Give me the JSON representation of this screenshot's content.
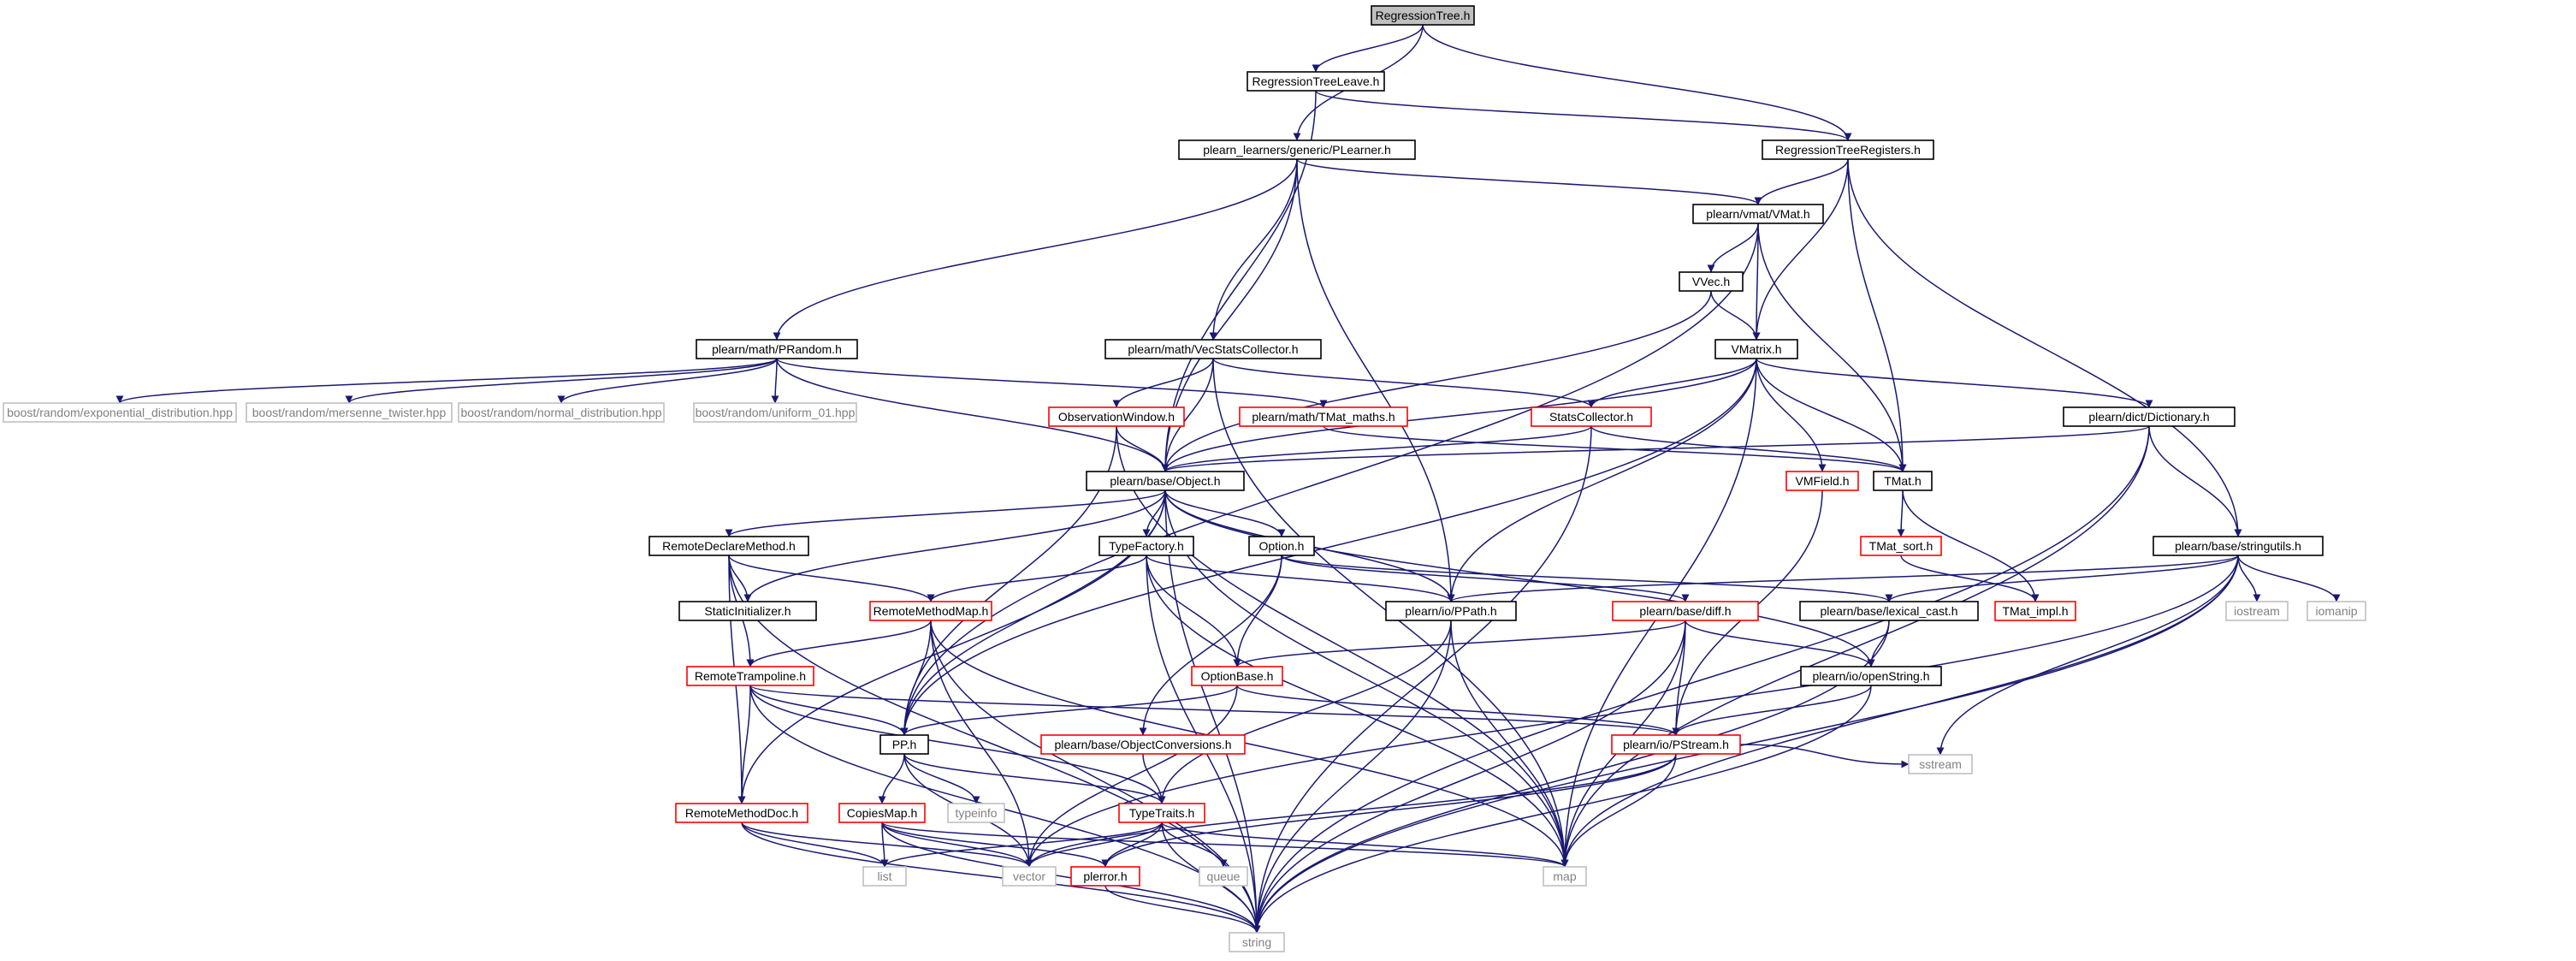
{
  "colors": {
    "background": "#ffffff",
    "edge": "#191970",
    "node_border_documented": "#000000",
    "node_border_truncated": "#ff0000",
    "node_border_external": "#bfbfbf",
    "node_fill_root": "#bfbfbf",
    "node_fill": "#ffffff",
    "text_normal": "#000000",
    "text_external": "#808080"
  },
  "nodes": [
    {
      "id": "RegressionTree",
      "label": "RegressionTree.h",
      "kind": "root"
    },
    {
      "id": "RegressionTreeLeave",
      "label": "RegressionTreeLeave.h",
      "kind": "doc"
    },
    {
      "id": "PLearner",
      "label": "plearn_learners/generic/PLearner.h",
      "kind": "doc"
    },
    {
      "id": "RegressionTreeRegisters",
      "label": "RegressionTreeRegisters.h",
      "kind": "doc"
    },
    {
      "id": "VMat",
      "label": "plearn/vmat/VMat.h",
      "kind": "doc"
    },
    {
      "id": "VVec",
      "label": "VVec.h",
      "kind": "doc"
    },
    {
      "id": "PRandom",
      "label": "plearn/math/PRandom.h",
      "kind": "doc"
    },
    {
      "id": "VecStatsCollector",
      "label": "plearn/math/VecStatsCollector.h",
      "kind": "doc"
    },
    {
      "id": "VMatrix",
      "label": "VMatrix.h",
      "kind": "doc"
    },
    {
      "id": "Dictionary",
      "label": "plearn/dict/Dictionary.h",
      "kind": "doc"
    },
    {
      "id": "exp_dist",
      "label": "boost/random/exponential_distribution.hpp",
      "kind": "ext"
    },
    {
      "id": "mersenne",
      "label": "boost/random/mersenne_twister.hpp",
      "kind": "ext"
    },
    {
      "id": "normal_dist",
      "label": "boost/random/normal_distribution.hpp",
      "kind": "ext"
    },
    {
      "id": "uniform01",
      "label": "boost/random/uniform_01.hpp",
      "kind": "ext"
    },
    {
      "id": "ObservationWindow",
      "label": "ObservationWindow.h",
      "kind": "trunc"
    },
    {
      "id": "TMat_maths",
      "label": "plearn/math/TMat_maths.h",
      "kind": "trunc"
    },
    {
      "id": "StatsCollector",
      "label": "StatsCollector.h",
      "kind": "trunc"
    },
    {
      "id": "Object",
      "label": "plearn/base/Object.h",
      "kind": "doc"
    },
    {
      "id": "VMField",
      "label": "VMField.h",
      "kind": "trunc"
    },
    {
      "id": "TMat",
      "label": "TMat.h",
      "kind": "doc"
    },
    {
      "id": "RemoteDeclareMethod",
      "label": "RemoteDeclareMethod.h",
      "kind": "doc"
    },
    {
      "id": "TypeFactory",
      "label": "TypeFactory.h",
      "kind": "doc"
    },
    {
      "id": "Option",
      "label": "Option.h",
      "kind": "doc"
    },
    {
      "id": "TMat_sort",
      "label": "TMat_sort.h",
      "kind": "trunc"
    },
    {
      "id": "stringutils",
      "label": "plearn/base/stringutils.h",
      "kind": "doc"
    },
    {
      "id": "StaticInitializer",
      "label": "StaticInitializer.h",
      "kind": "doc"
    },
    {
      "id": "RemoteMethodMap",
      "label": "RemoteMethodMap.h",
      "kind": "trunc"
    },
    {
      "id": "PPath",
      "label": "plearn/io/PPath.h",
      "kind": "doc"
    },
    {
      "id": "diff",
      "label": "plearn/base/diff.h",
      "kind": "trunc"
    },
    {
      "id": "lexical_cast",
      "label": "plearn/base/lexical_cast.h",
      "kind": "doc"
    },
    {
      "id": "TMat_impl",
      "label": "TMat_impl.h",
      "kind": "trunc"
    },
    {
      "id": "iostream",
      "label": "iostream",
      "kind": "ext"
    },
    {
      "id": "iomanip",
      "label": "iomanip",
      "kind": "ext"
    },
    {
      "id": "RemoteTrampoline",
      "label": "RemoteTrampoline.h",
      "kind": "trunc"
    },
    {
      "id": "OptionBase",
      "label": "OptionBase.h",
      "kind": "trunc"
    },
    {
      "id": "openString",
      "label": "plearn/io/openString.h",
      "kind": "doc"
    },
    {
      "id": "PP",
      "label": "PP.h",
      "kind": "doc"
    },
    {
      "id": "ObjectConversions",
      "label": "plearn/base/ObjectConversions.h",
      "kind": "trunc"
    },
    {
      "id": "PStream",
      "label": "plearn/io/PStream.h",
      "kind": "trunc"
    },
    {
      "id": "sstream",
      "label": "sstream",
      "kind": "ext"
    },
    {
      "id": "RemoteMethodDoc",
      "label": "RemoteMethodDoc.h",
      "kind": "trunc"
    },
    {
      "id": "CopiesMap",
      "label": "CopiesMap.h",
      "kind": "trunc"
    },
    {
      "id": "typeinfo",
      "label": "typeinfo",
      "kind": "ext"
    },
    {
      "id": "TypeTraits",
      "label": "TypeTraits.h",
      "kind": "trunc"
    },
    {
      "id": "list",
      "label": "list",
      "kind": "ext"
    },
    {
      "id": "vector",
      "label": "vector",
      "kind": "ext"
    },
    {
      "id": "plerror",
      "label": "plerror.h",
      "kind": "trunc"
    },
    {
      "id": "queue",
      "label": "queue",
      "kind": "ext"
    },
    {
      "id": "map",
      "label": "map",
      "kind": "ext"
    },
    {
      "id": "string",
      "label": "string",
      "kind": "ext"
    }
  ],
  "edges": [
    [
      "RegressionTree",
      "RegressionTreeLeave"
    ],
    [
      "RegressionTree",
      "PLearner"
    ],
    [
      "RegressionTree",
      "RegressionTreeRegisters"
    ],
    [
      "RegressionTreeLeave",
      "Object"
    ],
    [
      "RegressionTreeLeave",
      "RegressionTreeRegisters"
    ],
    [
      "PLearner",
      "PRandom"
    ],
    [
      "PLearner",
      "Object"
    ],
    [
      "PLearner",
      "VecStatsCollector"
    ],
    [
      "PLearner",
      "VMat"
    ],
    [
      "PLearner",
      "PPath"
    ],
    [
      "RegressionTreeRegisters",
      "VMat"
    ],
    [
      "RegressionTreeRegisters",
      "VMatrix"
    ],
    [
      "RegressionTreeRegisters",
      "TMat"
    ],
    [
      "RegressionTreeRegisters",
      "stringutils"
    ],
    [
      "VMat",
      "VVec"
    ],
    [
      "VMat",
      "VMatrix"
    ],
    [
      "VMat",
      "TMat"
    ],
    [
      "VMat",
      "PP"
    ],
    [
      "VVec",
      "VMatrix"
    ],
    [
      "VVec",
      "Object"
    ],
    [
      "PRandom",
      "exp_dist"
    ],
    [
      "PRandom",
      "mersenne"
    ],
    [
      "PRandom",
      "normal_dist"
    ],
    [
      "PRandom",
      "uniform01"
    ],
    [
      "PRandom",
      "TMat_maths"
    ],
    [
      "PRandom",
      "Object"
    ],
    [
      "VecStatsCollector",
      "ObservationWindow"
    ],
    [
      "VecStatsCollector",
      "Object"
    ],
    [
      "VecStatsCollector",
      "StatsCollector"
    ],
    [
      "VecStatsCollector",
      "map"
    ],
    [
      "VMatrix",
      "StatsCollector"
    ],
    [
      "VMatrix",
      "Object"
    ],
    [
      "VMatrix",
      "VMField"
    ],
    [
      "VMatrix",
      "TMat"
    ],
    [
      "VMatrix",
      "Dictionary"
    ],
    [
      "VMatrix",
      "PP"
    ],
    [
      "VMatrix",
      "PPath"
    ],
    [
      "VMatrix",
      "map"
    ],
    [
      "Dictionary",
      "Object"
    ],
    [
      "Dictionary",
      "stringutils"
    ],
    [
      "Dictionary",
      "map"
    ],
    [
      "Dictionary",
      "string"
    ],
    [
      "ObservationWindow",
      "Object"
    ],
    [
      "ObservationWindow",
      "PP"
    ],
    [
      "ObservationWindow",
      "map"
    ],
    [
      "TMat_maths",
      "TMat"
    ],
    [
      "StatsCollector",
      "Object"
    ],
    [
      "StatsCollector",
      "TMat"
    ],
    [
      "StatsCollector",
      "string"
    ],
    [
      "Object",
      "RemoteDeclareMethod"
    ],
    [
      "Object",
      "StaticInitializer"
    ],
    [
      "Object",
      "TypeFactory"
    ],
    [
      "Object",
      "Option"
    ],
    [
      "Object",
      "PP"
    ],
    [
      "Object",
      "PPath"
    ],
    [
      "Object",
      "openString"
    ],
    [
      "Object",
      "map"
    ],
    [
      "Object",
      "string"
    ],
    [
      "Object",
      "RemoteMethodDoc"
    ],
    [
      "VMField",
      "PStream"
    ],
    [
      "TMat",
      "TMat_sort"
    ],
    [
      "TMat",
      "TMat_impl"
    ],
    [
      "TMat_sort",
      "TMat_impl"
    ],
    [
      "RemoteDeclareMethod",
      "StaticInitializer"
    ],
    [
      "RemoteDeclareMethod",
      "RemoteMethodMap"
    ],
    [
      "RemoteDeclareMethod",
      "RemoteTrampoline"
    ],
    [
      "RemoteDeclareMethod",
      "RemoteMethodDoc"
    ],
    [
      "RemoteDeclareMethod",
      "string"
    ],
    [
      "TypeFactory",
      "RemoteMethodMap"
    ],
    [
      "TypeFactory",
      "PPath"
    ],
    [
      "TypeFactory",
      "OptionBase"
    ],
    [
      "TypeFactory",
      "map"
    ],
    [
      "TypeFactory",
      "string"
    ],
    [
      "Option",
      "OptionBase"
    ],
    [
      "Option",
      "ObjectConversions"
    ],
    [
      "Option",
      "diff"
    ],
    [
      "Option",
      "lexical_cast"
    ],
    [
      "stringutils",
      "PPath"
    ],
    [
      "stringutils",
      "lexical_cast"
    ],
    [
      "stringutils",
      "iostream"
    ],
    [
      "stringutils",
      "iomanip"
    ],
    [
      "stringutils",
      "sstream"
    ],
    [
      "stringutils",
      "map"
    ],
    [
      "stringutils",
      "vector"
    ],
    [
      "stringutils",
      "string"
    ],
    [
      "RemoteMethodMap",
      "RemoteTrampoline"
    ],
    [
      "RemoteMethodMap",
      "PP"
    ],
    [
      "RemoteMethodMap",
      "vector"
    ],
    [
      "RemoteMethodMap",
      "map"
    ],
    [
      "RemoteMethodMap",
      "string"
    ],
    [
      "PPath",
      "TypeTraits"
    ],
    [
      "PPath",
      "map"
    ],
    [
      "PPath",
      "string"
    ],
    [
      "diff",
      "OptionBase"
    ],
    [
      "diff",
      "openString"
    ],
    [
      "diff",
      "PStream"
    ],
    [
      "diff",
      "map"
    ],
    [
      "diff",
      "string"
    ],
    [
      "lexical_cast",
      "openString"
    ],
    [
      "lexical_cast",
      "string"
    ],
    [
      "RemoteTrampoline",
      "PP"
    ],
    [
      "RemoteTrampoline",
      "PStream"
    ],
    [
      "RemoteTrampoline",
      "RemoteMethodDoc"
    ],
    [
      "RemoteTrampoline",
      "TypeTraits"
    ],
    [
      "RemoteTrampoline",
      "string"
    ],
    [
      "OptionBase",
      "PP"
    ],
    [
      "OptionBase",
      "PStream"
    ],
    [
      "OptionBase",
      "vector"
    ],
    [
      "openString",
      "PStream"
    ],
    [
      "openString",
      "string"
    ],
    [
      "PP",
      "CopiesMap"
    ],
    [
      "PP",
      "typeinfo"
    ],
    [
      "PP",
      "TypeTraits"
    ],
    [
      "PP",
      "vector"
    ],
    [
      "ObjectConversions",
      "TypeTraits"
    ],
    [
      "PStream",
      "sstream"
    ],
    [
      "PStream",
      "map"
    ],
    [
      "PStream",
      "plerror"
    ],
    [
      "PStream",
      "vector"
    ],
    [
      "RemoteMethodDoc",
      "list"
    ],
    [
      "RemoteMethodDoc",
      "vector"
    ],
    [
      "RemoteMethodDoc",
      "string"
    ],
    [
      "CopiesMap",
      "list"
    ],
    [
      "CopiesMap",
      "vector"
    ],
    [
      "CopiesMap",
      "plerror"
    ],
    [
      "CopiesMap",
      "map"
    ],
    [
      "CopiesMap",
      "string"
    ],
    [
      "TypeTraits",
      "list"
    ],
    [
      "TypeTraits",
      "vector"
    ],
    [
      "TypeTraits",
      "plerror"
    ],
    [
      "TypeTraits",
      "queue"
    ],
    [
      "TypeTraits",
      "map"
    ],
    [
      "TypeTraits",
      "string"
    ],
    [
      "plerror",
      "string"
    ]
  ]
}
